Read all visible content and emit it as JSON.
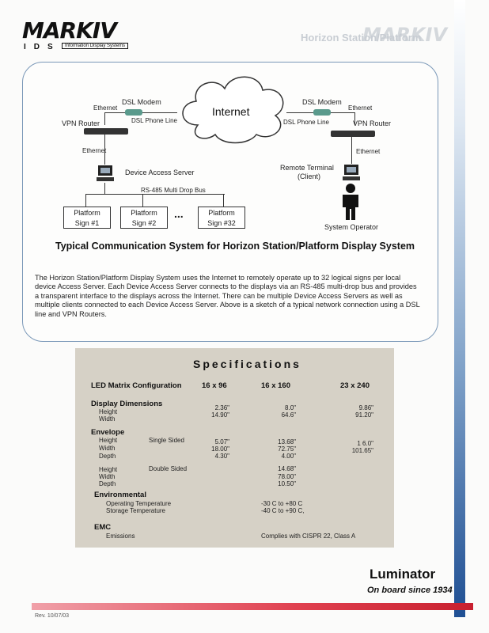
{
  "header": {
    "brand": "MARKIV",
    "brand_sub": "IDS",
    "brand_tagline": "Information Display Systems",
    "ghost_title": "Horizon Station/Platform",
    "ghost_brand": "MARKIV"
  },
  "diagram": {
    "internet": "Internet",
    "left": {
      "dsl_modem": "DSL Modem",
      "ethernet_top": "Ethernet",
      "vpn_router": "VPN Router",
      "dsl_phone_line": "DSL Phone Line",
      "ethernet_mid": "Ethernet",
      "device_access_server": "Device Access Server",
      "bus": "RS-485 Multi Drop Bus",
      "signs": [
        "Platform\nSign #1",
        "Platform\nSign #2",
        "Platform\nSign #32"
      ],
      "ellipsis": "..."
    },
    "right": {
      "dsl_modem": "DSL Modem",
      "ethernet_top": "Ethernet",
      "vpn_router": "VPN Router",
      "dsl_phone_line": "DSL Phone Line",
      "ethernet_mid": "Ethernet",
      "remote_terminal": "Remote Terminal",
      "client": "(Client)",
      "operator": "System Operator"
    },
    "title": "Typical Communication System for  Horizon Station/Platform Display System"
  },
  "description": "The Horizon Station/Platform Display System uses the Internet to remotely operate up to 32 logical signs per local device Access Server. Each Device Access Server connects to the displays via an RS-485 multi-drop bus and provides a transparent interface to the displays across the Internet.  There can be multiple Device Access Servers as well as multiple clients connected to each Device Access Server.  Above is a sketch of a typical network connection using a DSL line and VPN Routers.",
  "specs": {
    "title": "Specifications",
    "config_label": "LED Matrix Configuration",
    "columns": [
      "16 x 96",
      "16 x 160",
      "23 x 240"
    ],
    "display_dimensions": {
      "heading": "Display Dimensions",
      "rows": [
        "Height",
        "Width"
      ],
      "col1": [
        "2.36\"",
        "14.90\""
      ],
      "col2": [
        "8.0\"",
        "64.6\""
      ],
      "col3": [
        "9.86\"",
        "91.20\""
      ]
    },
    "envelope": {
      "heading": "Envelope",
      "single_label": "Single Sided",
      "double_label": "Double Sided",
      "rows": [
        "Height",
        "Width",
        "Depth"
      ],
      "single_col1": [
        "5.07\"",
        "18.00\"",
        "4.30\""
      ],
      "single_col2": [
        "13.68\"",
        "72.75\"",
        "4.00\""
      ],
      "single_col3": [
        "1 6.0\"",
        "101.65\""
      ],
      "double_col2": [
        "14.68\"",
        "78.00\"",
        "10.50\""
      ]
    },
    "environmental": {
      "heading": "Environmental",
      "rows": [
        "Operating Temperature",
        "Storage Temperature"
      ],
      "values": [
        "-30 C to +80 C",
        "-40 C to +90 C,"
      ]
    },
    "emc": {
      "heading": "EMC",
      "rows": [
        "Emissions"
      ],
      "values": [
        "Complies with CISPR 22, Class A"
      ]
    }
  },
  "footer": {
    "luminator": "Luminator",
    "tagline": "On board since 1934",
    "rev": "Rev. 10/07/03"
  },
  "colors": {
    "spec_bg": "#d6d1c6",
    "frame": "#7a98b8",
    "band": "#e0404f",
    "sidebar": "#1f4f93"
  }
}
